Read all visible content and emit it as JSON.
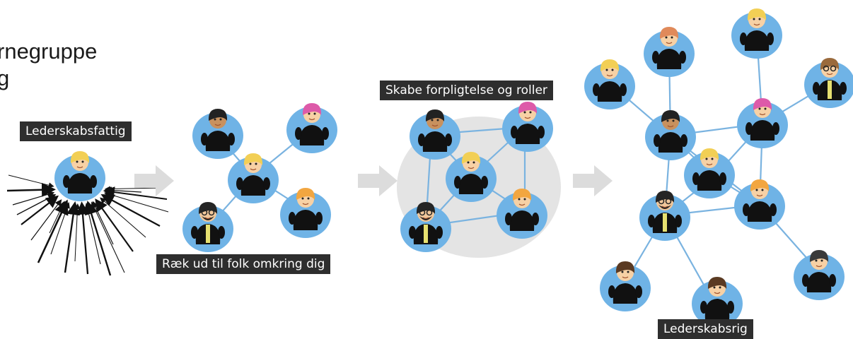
{
  "heading": {
    "line1": "rnegruppe",
    "line2": "g"
  },
  "labels": {
    "poor": "Lederskabsfattig",
    "reach": "Ræk ud til folk omkring dig",
    "commit": "Skabe forpligtelse og roller",
    "rich": "Lederskabsrig"
  },
  "colors": {
    "node": "#6fb3e6",
    "edge": "#7ab3e0",
    "cluster": "#e4e4e4",
    "arrow": "#dcdcdc",
    "body": "#111111",
    "label_bg": "#2e2e2e"
  }
}
